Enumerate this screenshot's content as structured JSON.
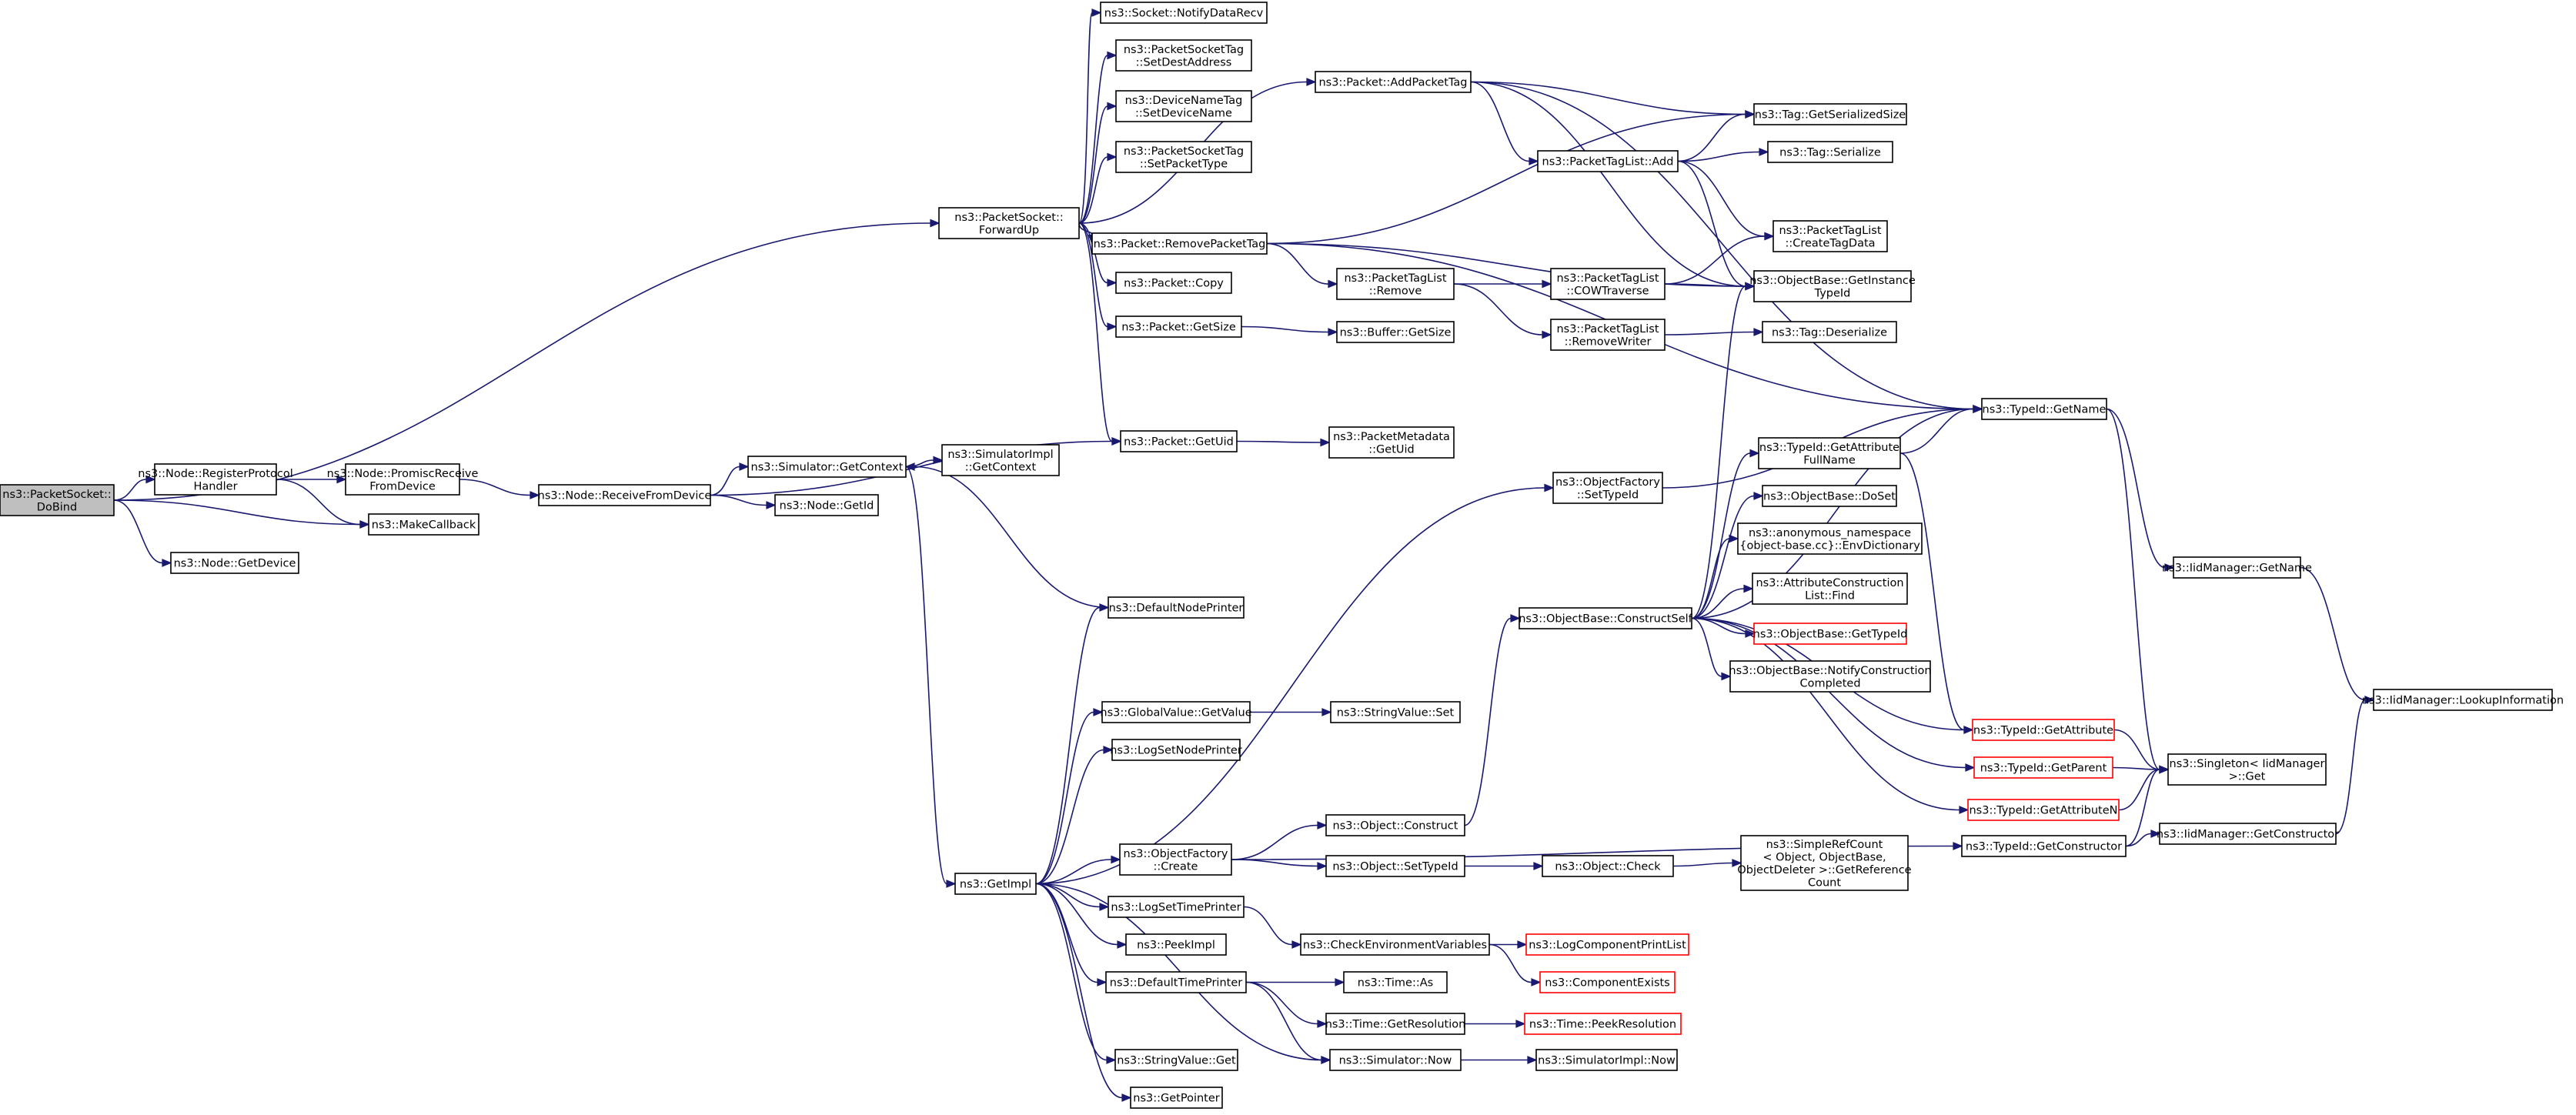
{
  "diagram": {
    "type": "call-graph",
    "nodes": [
      {
        "id": "n0",
        "lines": [
          "ns3::PacketSocket::",
          "DoBind"
        ],
        "style": "root"
      },
      {
        "id": "n1",
        "lines": [
          "ns3::Node::RegisterProtocol",
          "Handler"
        ]
      },
      {
        "id": "n2",
        "lines": [
          "ns3::Node::PromiscReceive",
          "FromDevice"
        ]
      },
      {
        "id": "n3",
        "lines": [
          "ns3::Node::ReceiveFromDevice"
        ]
      },
      {
        "id": "n4",
        "lines": [
          "ns3::Simulator::GetContext"
        ]
      },
      {
        "id": "n5",
        "lines": [
          "ns3::SimulatorImpl",
          "::GetContext"
        ]
      },
      {
        "id": "n6",
        "lines": [
          "ns3::Node::GetId"
        ]
      },
      {
        "id": "n7",
        "lines": [
          "ns3::MakeCallback"
        ]
      },
      {
        "id": "n8",
        "lines": [
          "ns3::Node::GetDevice"
        ]
      },
      {
        "id": "n9",
        "lines": [
          "ns3::PacketSocket::",
          "ForwardUp"
        ]
      },
      {
        "id": "n10",
        "lines": [
          "ns3::Socket::NotifyDataRecv"
        ]
      },
      {
        "id": "n11",
        "lines": [
          "ns3::PacketSocketTag",
          "::SetDestAddress"
        ]
      },
      {
        "id": "n12",
        "lines": [
          "ns3::DeviceNameTag",
          "::SetDeviceName"
        ]
      },
      {
        "id": "n13",
        "lines": [
          "ns3::PacketSocketTag",
          "::SetPacketType"
        ]
      },
      {
        "id": "n14",
        "lines": [
          "ns3::Packet::RemovePacketTag"
        ]
      },
      {
        "id": "n15",
        "lines": [
          "ns3::Packet::Copy"
        ]
      },
      {
        "id": "n16",
        "lines": [
          "ns3::Packet::GetSize"
        ]
      },
      {
        "id": "n17",
        "lines": [
          "ns3::Packet::GetUid"
        ]
      },
      {
        "id": "n18",
        "lines": [
          "ns3::Packet::AddPacketTag"
        ]
      },
      {
        "id": "n19",
        "lines": [
          "ns3::PacketTagList::Add"
        ]
      },
      {
        "id": "n20",
        "lines": [
          "ns3::Tag::GetSerializedSize"
        ]
      },
      {
        "id": "n21",
        "lines": [
          "ns3::Tag::Serialize"
        ]
      },
      {
        "id": "n22",
        "lines": [
          "ns3::PacketTagList",
          "::CreateTagData"
        ]
      },
      {
        "id": "n23",
        "lines": [
          "ns3::ObjectBase::GetInstance",
          "TypeId"
        ]
      },
      {
        "id": "n24",
        "lines": [
          "ns3::PacketTagList",
          "::Remove"
        ]
      },
      {
        "id": "n25",
        "lines": [
          "ns3::PacketTagList",
          "::COWTraverse"
        ]
      },
      {
        "id": "n26",
        "lines": [
          "ns3::PacketTagList",
          "::RemoveWriter"
        ]
      },
      {
        "id": "n27",
        "lines": [
          "ns3::Tag::Deserialize"
        ]
      },
      {
        "id": "n28",
        "lines": [
          "ns3::Buffer::GetSize"
        ]
      },
      {
        "id": "n29",
        "lines": [
          "ns3::PacketMetadata",
          "::GetUid"
        ]
      },
      {
        "id": "n30",
        "lines": [
          "ns3::GetImpl"
        ]
      },
      {
        "id": "n31",
        "lines": [
          "ns3::DefaultNodePrinter"
        ]
      },
      {
        "id": "n32",
        "lines": [
          "ns3::GlobalValue::GetValue"
        ]
      },
      {
        "id": "n33",
        "lines": [
          "ns3::StringValue::Set"
        ]
      },
      {
        "id": "n34",
        "lines": [
          "ns3::LogSetNodePrinter"
        ]
      },
      {
        "id": "n35",
        "lines": [
          "ns3::ObjectFactory",
          "::Create"
        ]
      },
      {
        "id": "n36",
        "lines": [
          "ns3::LogSetTimePrinter"
        ]
      },
      {
        "id": "n37",
        "lines": [
          "ns3::PeekImpl"
        ]
      },
      {
        "id": "n38",
        "lines": [
          "ns3::DefaultTimePrinter"
        ]
      },
      {
        "id": "n39",
        "lines": [
          "ns3::StringValue::Get"
        ]
      },
      {
        "id": "n40",
        "lines": [
          "ns3::GetPointer"
        ]
      },
      {
        "id": "n41",
        "lines": [
          "ns3::ObjectFactory",
          "::SetTypeId"
        ]
      },
      {
        "id": "n42",
        "lines": [
          "ns3::Object::Construct"
        ]
      },
      {
        "id": "n43",
        "lines": [
          "ns3::Object::SetTypeId"
        ]
      },
      {
        "id": "n44",
        "lines": [
          "ns3::Object::Check"
        ]
      },
      {
        "id": "n45",
        "lines": [
          "ns3::SimpleRefCount",
          "< Object, ObjectBase,",
          "ObjectDeleter >::GetReference",
          "Count"
        ]
      },
      {
        "id": "n46",
        "lines": [
          "ns3::CheckEnvironmentVariables"
        ]
      },
      {
        "id": "n47",
        "lines": [
          "ns3::LogComponentPrintList"
        ],
        "style": "red"
      },
      {
        "id": "n48",
        "lines": [
          "ns3::ComponentExists"
        ],
        "style": "red"
      },
      {
        "id": "n49",
        "lines": [
          "ns3::Time::As"
        ]
      },
      {
        "id": "n50",
        "lines": [
          "ns3::Time::GetResolution"
        ]
      },
      {
        "id": "n51",
        "lines": [
          "ns3::Time::PeekResolution"
        ],
        "style": "red"
      },
      {
        "id": "n52",
        "lines": [
          "ns3::Simulator::Now"
        ]
      },
      {
        "id": "n53",
        "lines": [
          "ns3::SimulatorImpl::Now"
        ]
      },
      {
        "id": "n54",
        "lines": [
          "ns3::ObjectBase::ConstructSelf"
        ]
      },
      {
        "id": "n55",
        "lines": [
          "ns3::TypeId::GetAttribute",
          "FullName"
        ]
      },
      {
        "id": "n56",
        "lines": [
          "ns3::ObjectBase::DoSet"
        ]
      },
      {
        "id": "n57",
        "lines": [
          "ns3::anonymous_namespace",
          "{object-base.cc}::EnvDictionary"
        ]
      },
      {
        "id": "n58",
        "lines": [
          "ns3::AttributeConstruction",
          "List::Find"
        ]
      },
      {
        "id": "n59",
        "lines": [
          "ns3::ObjectBase::GetTypeId"
        ],
        "style": "red"
      },
      {
        "id": "n60",
        "lines": [
          "ns3::ObjectBase::NotifyConstruction",
          "Completed"
        ]
      },
      {
        "id": "n61",
        "lines": [
          "ns3::TypeId::GetAttribute"
        ],
        "style": "red"
      },
      {
        "id": "n62",
        "lines": [
          "ns3::TypeId::GetParent"
        ],
        "style": "red"
      },
      {
        "id": "n63",
        "lines": [
          "ns3::TypeId::GetAttributeN"
        ],
        "style": "red"
      },
      {
        "id": "n64",
        "lines": [
          "ns3::TypeId::GetConstructor"
        ]
      },
      {
        "id": "n65",
        "lines": [
          "ns3::TypeId::GetName"
        ]
      },
      {
        "id": "n66",
        "lines": [
          "ns3::IidManager::GetName"
        ]
      },
      {
        "id": "n67",
        "lines": [
          "ns3::Singleton< IidManager",
          ">::Get"
        ]
      },
      {
        "id": "n68",
        "lines": [
          "ns3::IidManager::GetConstructor"
        ]
      },
      {
        "id": "n69",
        "lines": [
          "ns3::IidManager::LookupInformation"
        ]
      }
    ],
    "edges": [
      [
        "n0",
        "n1"
      ],
      [
        "n0",
        "n7"
      ],
      [
        "n0",
        "n8"
      ],
      [
        "n0",
        "n9"
      ],
      [
        "n1",
        "n2"
      ],
      [
        "n1",
        "n7"
      ],
      [
        "n2",
        "n3"
      ],
      [
        "n3",
        "n4"
      ],
      [
        "n3",
        "n6"
      ],
      [
        "n3",
        "n17"
      ],
      [
        "n4",
        "n5"
      ],
      [
        "n4",
        "n30"
      ],
      [
        "n9",
        "n10"
      ],
      [
        "n9",
        "n11"
      ],
      [
        "n9",
        "n12"
      ],
      [
        "n9",
        "n13"
      ],
      [
        "n9",
        "n14"
      ],
      [
        "n9",
        "n15"
      ],
      [
        "n9",
        "n16"
      ],
      [
        "n9",
        "n17"
      ],
      [
        "n9",
        "n18"
      ],
      [
        "n18",
        "n19"
      ],
      [
        "n18",
        "n20"
      ],
      [
        "n18",
        "n23"
      ],
      [
        "n18",
        "n65"
      ],
      [
        "n19",
        "n20"
      ],
      [
        "n19",
        "n21"
      ],
      [
        "n19",
        "n22"
      ],
      [
        "n19",
        "n23"
      ],
      [
        "n14",
        "n20"
      ],
      [
        "n14",
        "n24"
      ],
      [
        "n14",
        "n23"
      ],
      [
        "n14",
        "n65"
      ],
      [
        "n24",
        "n25"
      ],
      [
        "n24",
        "n26"
      ],
      [
        "n25",
        "n22"
      ],
      [
        "n25",
        "n23"
      ],
      [
        "n26",
        "n27"
      ],
      [
        "n16",
        "n28"
      ],
      [
        "n17",
        "n29"
      ],
      [
        "n31",
        "n4"
      ],
      [
        "n30",
        "n31"
      ],
      [
        "n30",
        "n32"
      ],
      [
        "n30",
        "n34"
      ],
      [
        "n30",
        "n35"
      ],
      [
        "n30",
        "n36"
      ],
      [
        "n30",
        "n37"
      ],
      [
        "n30",
        "n38"
      ],
      [
        "n30",
        "n39"
      ],
      [
        "n30",
        "n40"
      ],
      [
        "n30",
        "n41"
      ],
      [
        "n30",
        "n52"
      ],
      [
        "n32",
        "n33"
      ],
      [
        "n35",
        "n42"
      ],
      [
        "n35",
        "n43"
      ],
      [
        "n35",
        "n64"
      ],
      [
        "n36",
        "n46"
      ],
      [
        "n38",
        "n49"
      ],
      [
        "n38",
        "n50"
      ],
      [
        "n38",
        "n52"
      ],
      [
        "n42",
        "n54"
      ],
      [
        "n43",
        "n44"
      ],
      [
        "n44",
        "n45"
      ],
      [
        "n46",
        "n47"
      ],
      [
        "n46",
        "n48"
      ],
      [
        "n50",
        "n51"
      ],
      [
        "n52",
        "n53"
      ],
      [
        "n41",
        "n65"
      ],
      [
        "n54",
        "n23"
      ],
      [
        "n54",
        "n55"
      ],
      [
        "n54",
        "n56"
      ],
      [
        "n54",
        "n57"
      ],
      [
        "n54",
        "n58"
      ],
      [
        "n54",
        "n59"
      ],
      [
        "n54",
        "n60"
      ],
      [
        "n54",
        "n61"
      ],
      [
        "n54",
        "n62"
      ],
      [
        "n54",
        "n63"
      ],
      [
        "n54",
        "n65"
      ],
      [
        "n55",
        "n65"
      ],
      [
        "n55",
        "n61"
      ],
      [
        "n61",
        "n67"
      ],
      [
        "n62",
        "n67"
      ],
      [
        "n63",
        "n67"
      ],
      [
        "n64",
        "n67"
      ],
      [
        "n64",
        "n68"
      ],
      [
        "n65",
        "n66"
      ],
      [
        "n65",
        "n67"
      ],
      [
        "n66",
        "n69"
      ],
      [
        "n68",
        "n69"
      ]
    ]
  }
}
